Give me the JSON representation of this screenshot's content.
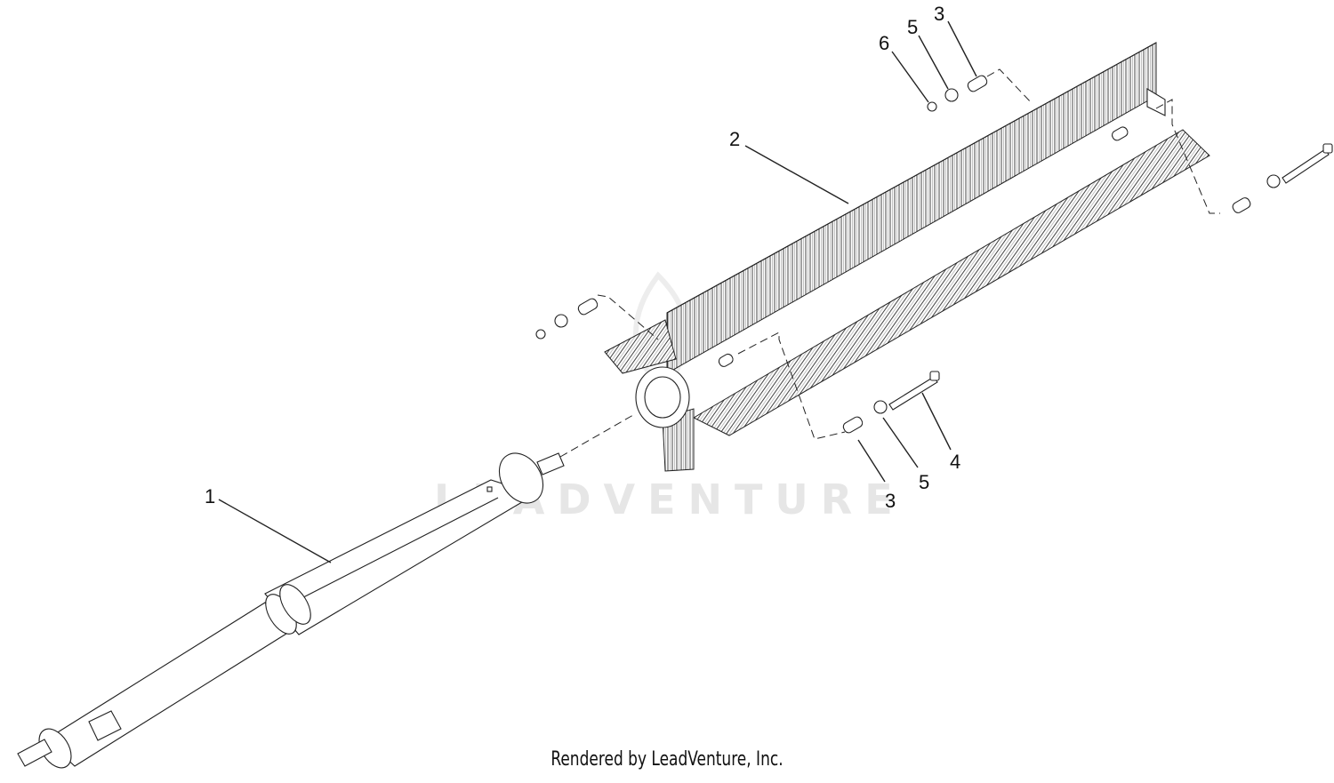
{
  "diagram": {
    "watermark": "LEADVENTURE",
    "footer": "Rendered by LeadVenture, Inc.",
    "callouts": [
      {
        "id": "c1",
        "label": "1"
      },
      {
        "id": "c2",
        "label": "2"
      },
      {
        "id": "c3-top",
        "label": "3"
      },
      {
        "id": "c5-top",
        "label": "5"
      },
      {
        "id": "c6",
        "label": "6"
      },
      {
        "id": "c3-bottom",
        "label": "3"
      },
      {
        "id": "c5-bottom",
        "label": "5"
      },
      {
        "id": "c4",
        "label": "4"
      }
    ]
  }
}
